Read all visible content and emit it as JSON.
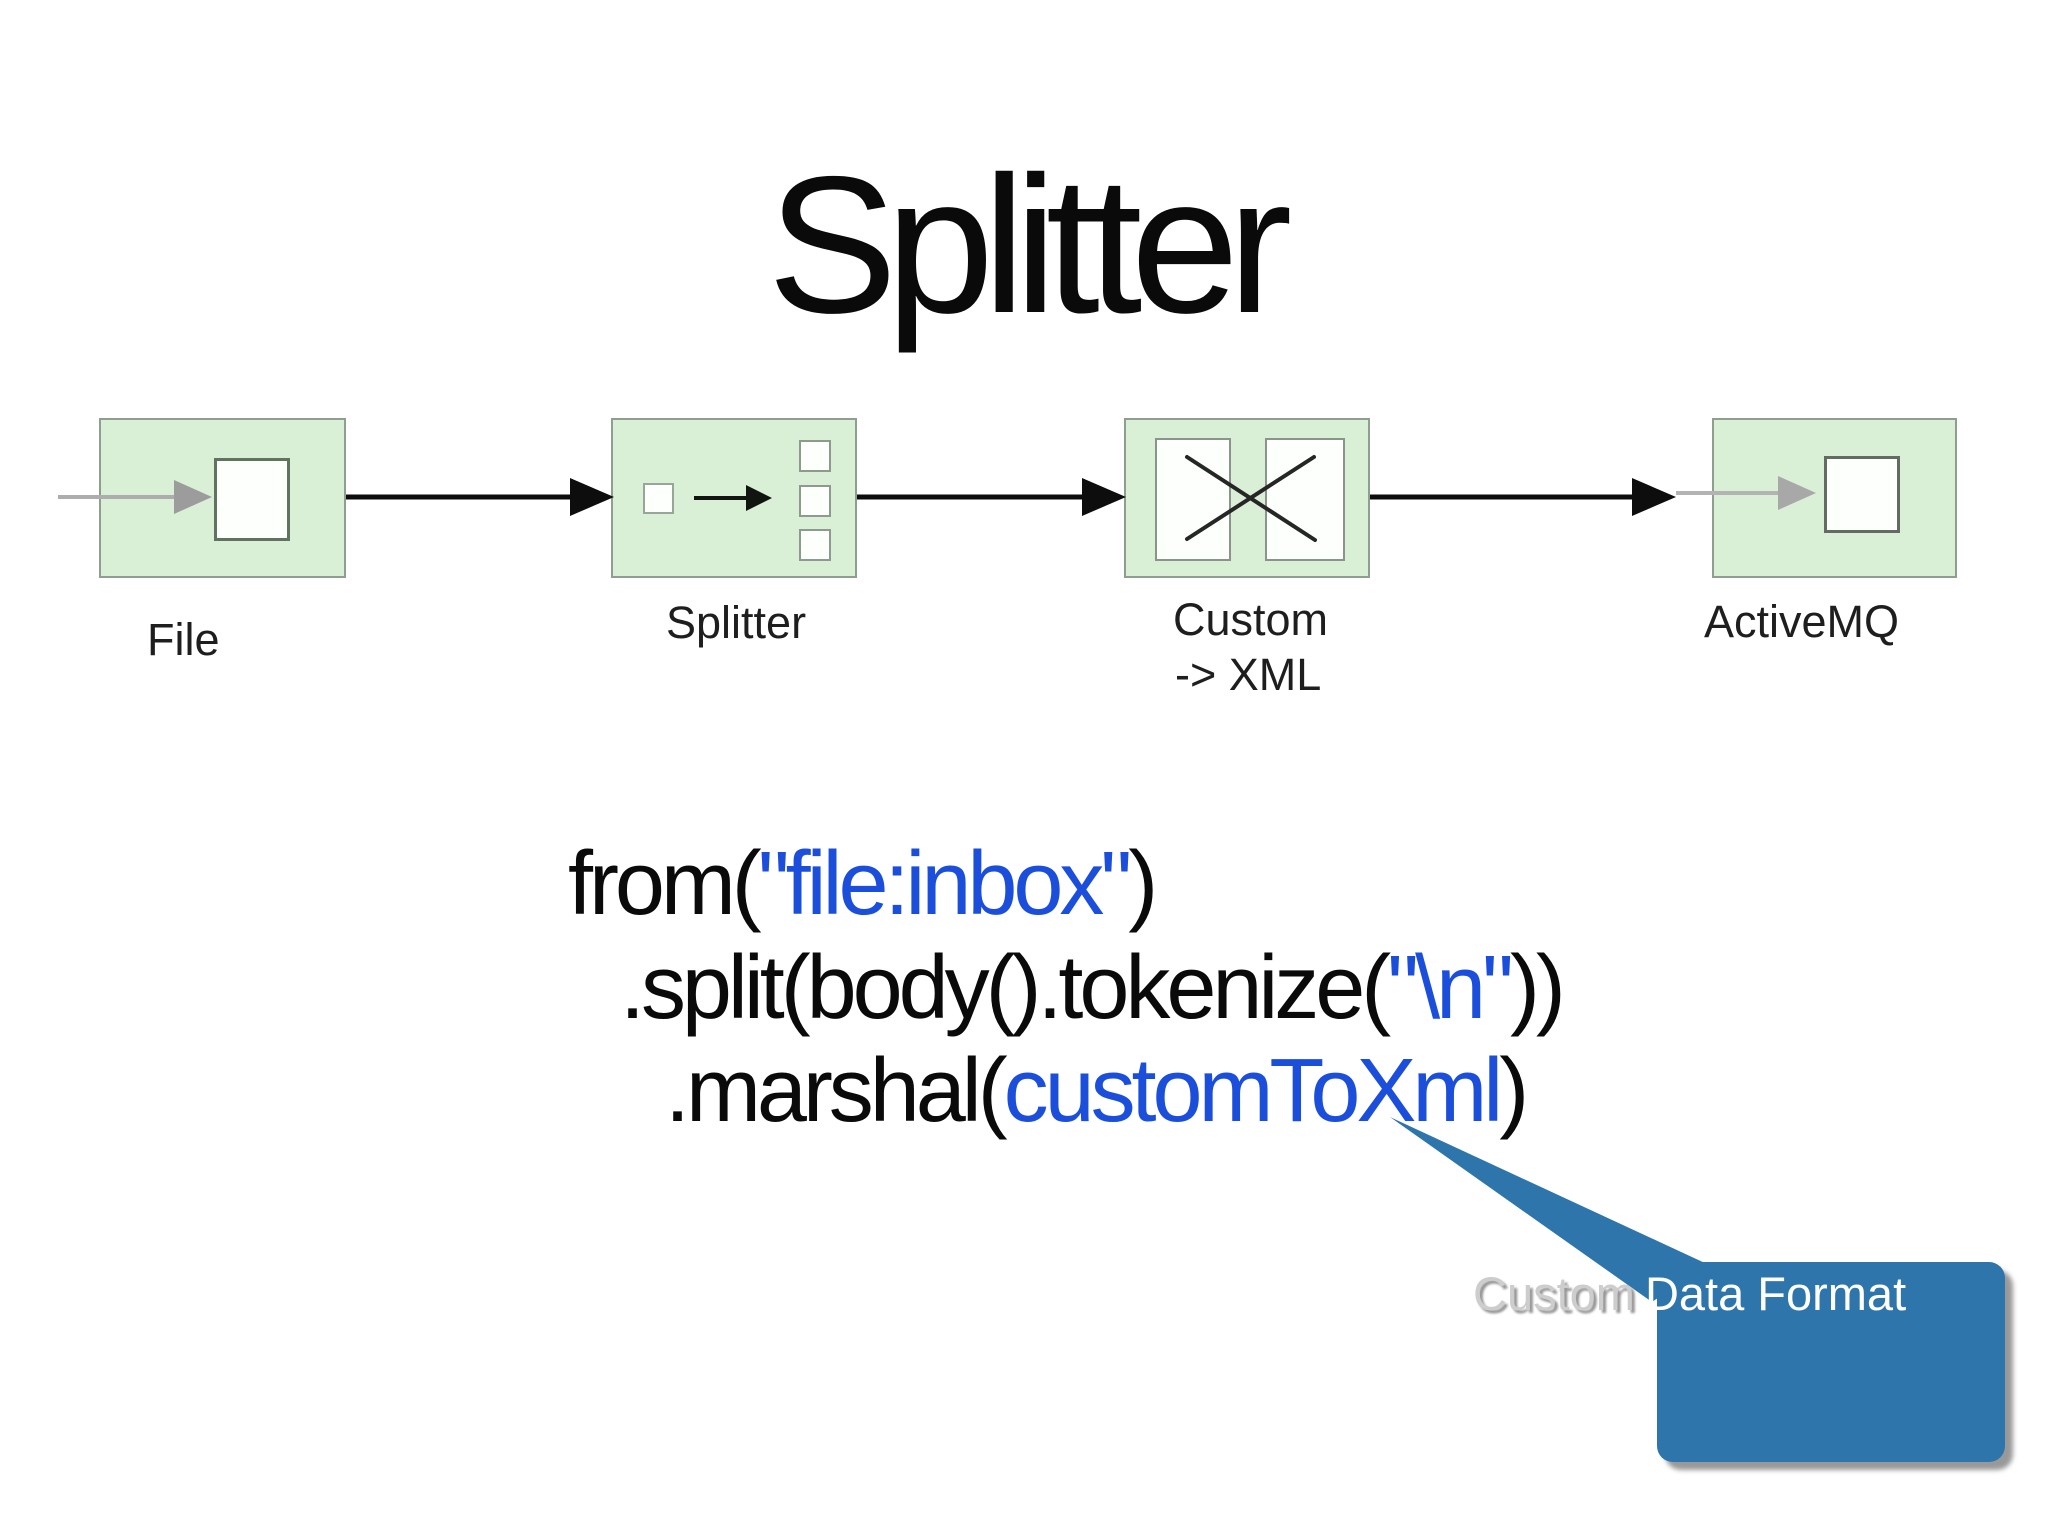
{
  "slide": {
    "title": "Splitter"
  },
  "flow": {
    "nodes": [
      {
        "label": "File"
      },
      {
        "label": "Splitter"
      },
      {
        "label": "Custom",
        "label2": "-> XML"
      },
      {
        "label": "ActiveMQ"
      }
    ]
  },
  "code": {
    "lines": [
      {
        "seg0": "from(",
        "seg1": "\"file:inbox\"",
        "seg2": ")"
      },
      {
        "seg0": ".split(body().tokenize(",
        "seg1": "\"\\n\"",
        "seg2": "))"
      },
      {
        "seg0": ".marshal(",
        "seg1": "customToXml",
        "seg2": ")"
      }
    ]
  },
  "callout": {
    "ghost_text": "Custom",
    "label": "Data Format"
  },
  "colors": {
    "code_black": "#0a0a0a",
    "code_blue": "#1b4fdb",
    "node_fill": "#d9f0d7",
    "node_border": "#8f9f8f",
    "callout_blue": "#2d75aa",
    "ghost_gray": "#cdcdcd",
    "arrow_black": "#0d0d0d",
    "arrow_gray": "#a8a8a8"
  }
}
